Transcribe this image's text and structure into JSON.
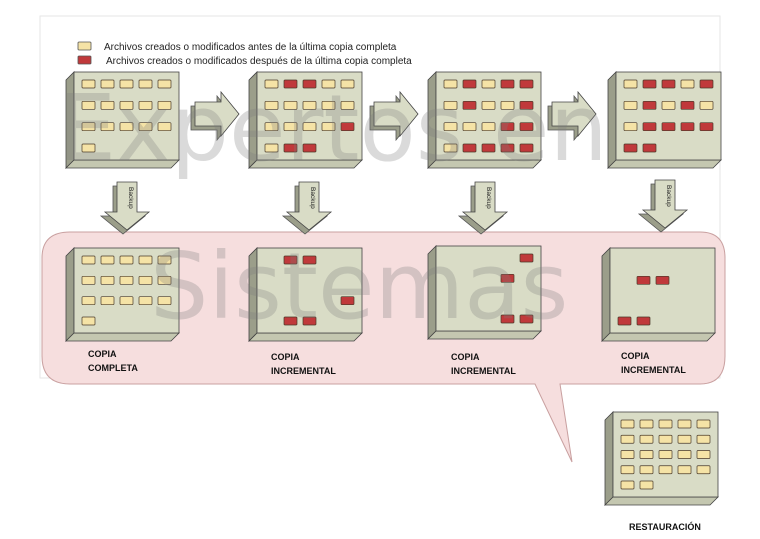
{
  "legend": {
    "items": [
      {
        "label": "Archivos creados o modificados antes de la última copia completa",
        "color": "#f5e3a6"
      },
      {
        "label": "Archivos creados o modificados después de la última copia completa",
        "color": "#c0393b"
      }
    ]
  },
  "watermark": {
    "line1": "Expertos en",
    "line2": "Sistemas"
  },
  "arrow_label": "Backup",
  "captions": {
    "full": [
      "COPIA",
      "COMPLETA"
    ],
    "inc1": [
      "COPIA",
      "INCREMENTAL"
    ],
    "inc2": [
      "COPIA",
      "INCREMENTAL"
    ],
    "inc3": [
      "COPIA",
      "INCREMENTAL"
    ],
    "restore": "RESTAURACIÓN"
  },
  "colors": {
    "box_face": "#d9dcc6",
    "box_side": "#9b9e8a",
    "box_top": "#c4c7b0",
    "arrow_fill": "#d9dcc6",
    "callout_fill": "#f6dede",
    "callout_stroke": "#c9a0a0",
    "file_old": "#f5e3a6",
    "file_new": "#c0393b"
  }
}
